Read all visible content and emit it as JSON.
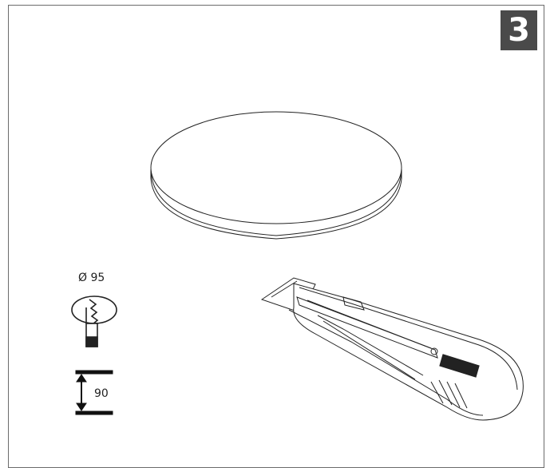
{
  "step": {
    "number": "3",
    "badge_color": "#4a4a4a"
  },
  "cutout": {
    "diameter_label": "Ø 95"
  },
  "depth": {
    "value_label": "90"
  },
  "icons": {
    "lid": "round-lid",
    "hole_saw": "jigsaw-hole-icon",
    "depth_gauge": "depth-arrow-icon",
    "knife": "utility-knife"
  },
  "colors": {
    "line": "#222222",
    "frame": "#6b6b6b"
  }
}
